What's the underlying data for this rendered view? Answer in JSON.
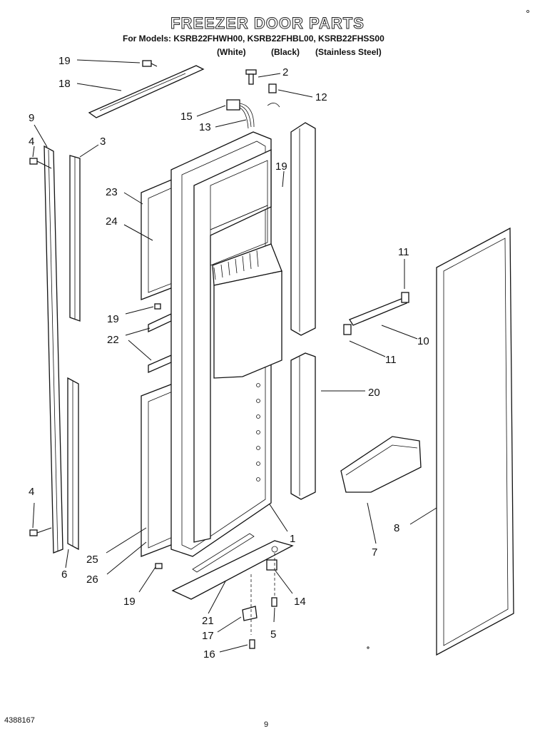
{
  "header": {
    "title": "FREEZER DOOR PARTS",
    "models_line": "For Models: KSRB22FHWH00, KSRB22FHBL00, KSRB22FHSS00",
    "variants": [
      "(White)",
      "(Black)",
      "(Stainless Steel)"
    ]
  },
  "callouts": {
    "c19a": "19",
    "c18": "18",
    "c2": "2",
    "c12": "12",
    "c15": "15",
    "c13": "13",
    "c9": "9",
    "c4a": "4",
    "c3": "3",
    "c19b": "19",
    "c23": "23",
    "c24": "24",
    "c11a": "11",
    "c19c": "19",
    "c10": "10",
    "c22": "22",
    "c11b": "11",
    "c20": "20",
    "c4b": "4",
    "c1": "1",
    "c8": "8",
    "c7": "7",
    "c25": "25",
    "c6": "6",
    "c26": "26",
    "c14": "14",
    "c19d": "19",
    "c21": "21",
    "c17": "17",
    "c5": "5",
    "c16": "16"
  },
  "footer": {
    "doc_number": "4388167",
    "page_number": "9"
  }
}
